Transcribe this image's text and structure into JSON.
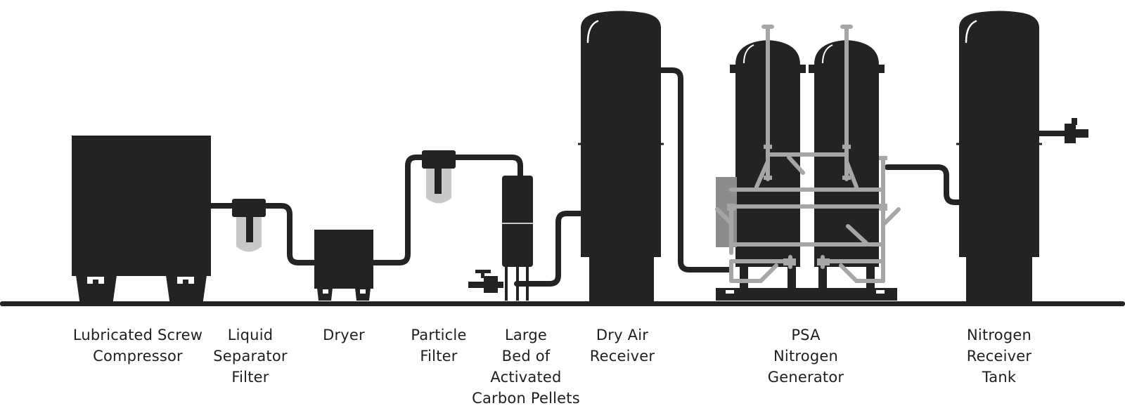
{
  "diagram": {
    "colors": {
      "equipment": "#232323",
      "piping_gray": "#a6a6a6",
      "filter_bowl": "#c8c8c8",
      "highlight": "#ffffff",
      "label_text": "#1f1f1f"
    },
    "components": [
      {
        "id": "compressor",
        "icon": "compressor-icon",
        "lines": [
          "Lubricated Screw",
          "Compressor"
        ]
      },
      {
        "id": "liquid-separator",
        "icon": "filter-icon",
        "lines": [
          "Liquid",
          "Separator",
          "Filter"
        ]
      },
      {
        "id": "dryer",
        "icon": "dryer-icon",
        "lines": [
          "Dryer"
        ]
      },
      {
        "id": "particle-filter",
        "icon": "filter-icon",
        "lines": [
          "Particle",
          "Filter"
        ]
      },
      {
        "id": "carbon-bed",
        "icon": "carbon-column-icon",
        "lines": [
          "Large",
          "Bed of",
          "Activated",
          "Carbon Pellets"
        ]
      },
      {
        "id": "dry-air-receiver",
        "icon": "tank-icon",
        "lines": [
          "Dry Air",
          "Receiver"
        ]
      },
      {
        "id": "psa-generator",
        "icon": "psa-twin-tower-icon",
        "lines": [
          "PSA",
          "Nitrogen",
          "Generator"
        ]
      },
      {
        "id": "nitrogen-receiver",
        "icon": "tank-icon",
        "lines": [
          "Nitrogen",
          "Receiver",
          "Tank"
        ]
      }
    ]
  }
}
